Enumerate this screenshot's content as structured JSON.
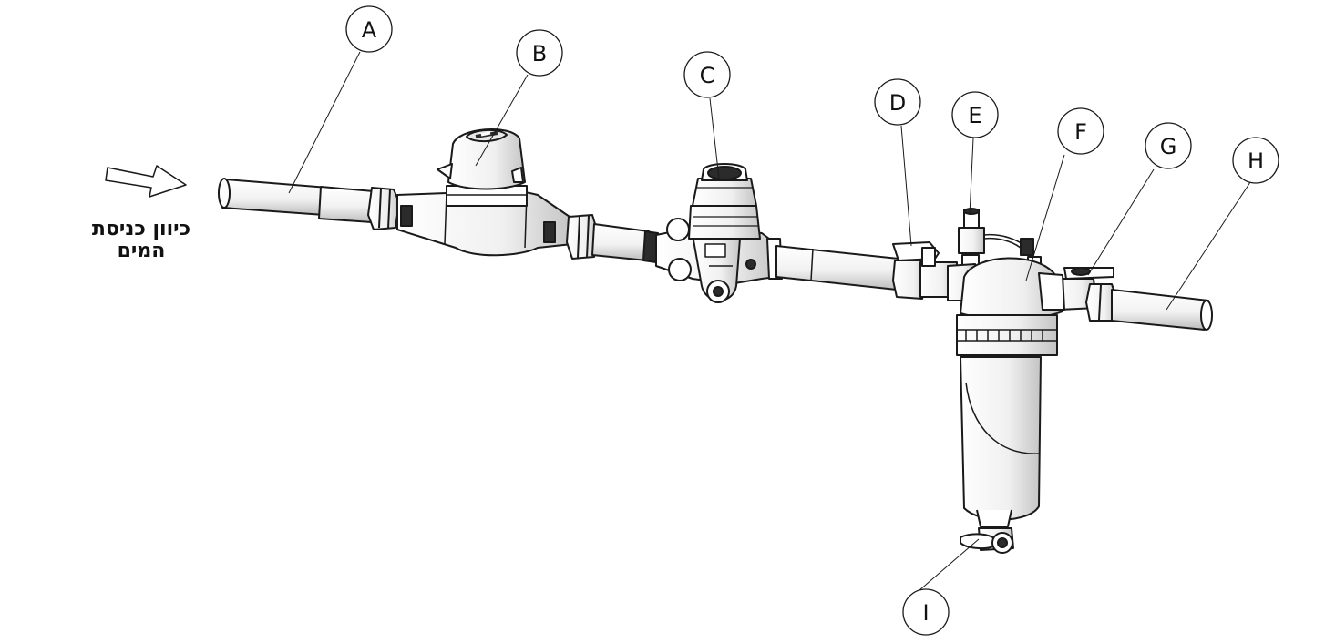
{
  "flow_direction": {
    "line1": "כיוון כניסת",
    "line2": "המים",
    "icon": "arrow-right-outline-icon"
  },
  "callouts": [
    {
      "letter": "A",
      "part": "inlet-pipe"
    },
    {
      "letter": "B",
      "part": "water-meter"
    },
    {
      "letter": "C",
      "part": "pressure-regulator-valve"
    },
    {
      "letter": "D",
      "part": "shutoff-valve-inlet"
    },
    {
      "letter": "E",
      "part": "pressure-gauge-fitting"
    },
    {
      "letter": "F",
      "part": "filter-head"
    },
    {
      "letter": "G",
      "part": "shutoff-valve-outlet"
    },
    {
      "letter": "H",
      "part": "outlet-pipe"
    },
    {
      "letter": "I",
      "part": "drain-valve"
    }
  ],
  "colors": {
    "line": "#1a1a1a",
    "fill": "#ffffff",
    "shade": "#d9d9d9",
    "dark": "#2b2b2b"
  }
}
